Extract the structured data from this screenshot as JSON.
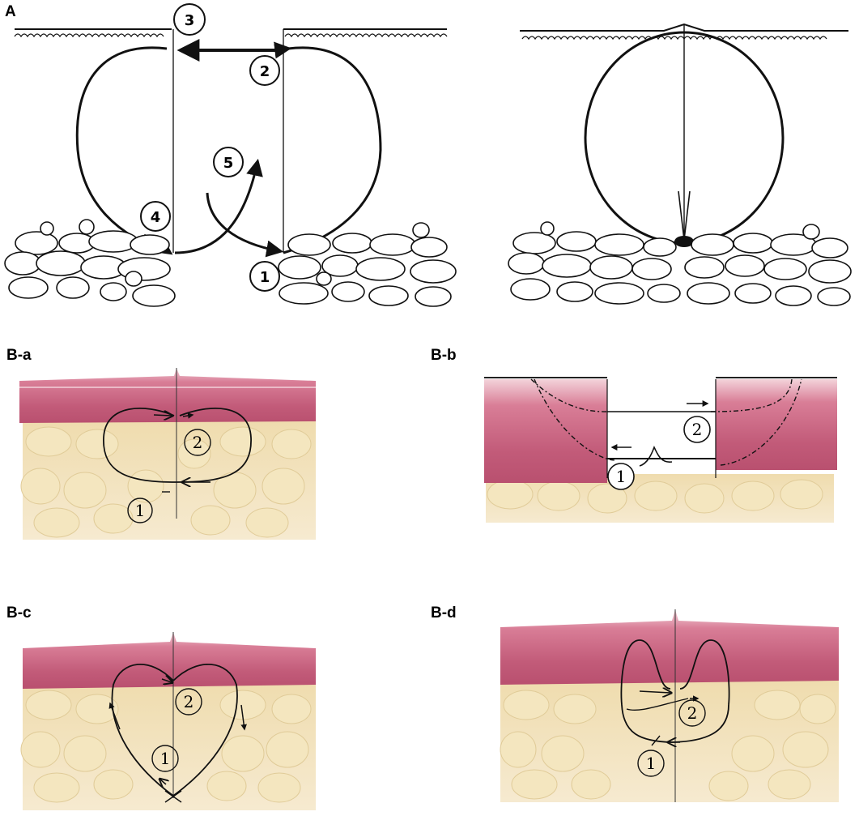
{
  "labels": {
    "panel_a": "A",
    "panel_ba": "B-a",
    "panel_bb": "B-b",
    "panel_bc": "B-c",
    "panel_bd": "B-d"
  },
  "markers": {
    "a1": "1",
    "a2": "2",
    "a3": "3",
    "a4": "4",
    "a5": "5",
    "ba1": "1",
    "ba2": "2",
    "bb1": "1",
    "bb2": "2",
    "bc1": "1",
    "bc2": "2",
    "bd1": "1",
    "bd2": "2"
  },
  "colors": {
    "dermis": "#c8607e",
    "dermis_light": "#e8a9b8",
    "epidermis": "#f0c9d2",
    "fat": "#f1e0b6",
    "fat_stroke": "#d9c28e",
    "line": "#111111"
  }
}
